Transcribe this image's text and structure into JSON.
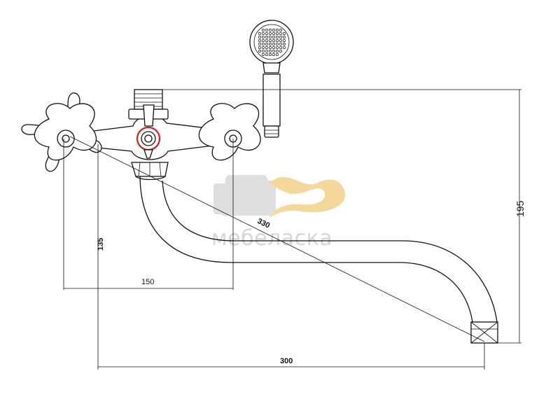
{
  "dimensions": {
    "diagonal": "330",
    "height_left": "135",
    "handle_spacing": "150",
    "spout_reach": "300",
    "height_right": "195"
  },
  "watermark": {
    "text": "мебеласка"
  },
  "colors": {
    "line": "#111111",
    "accent_ring": "#cc2222",
    "watermark_gray": "#cfcfcf",
    "watermark_gold": "#f3d28a"
  }
}
